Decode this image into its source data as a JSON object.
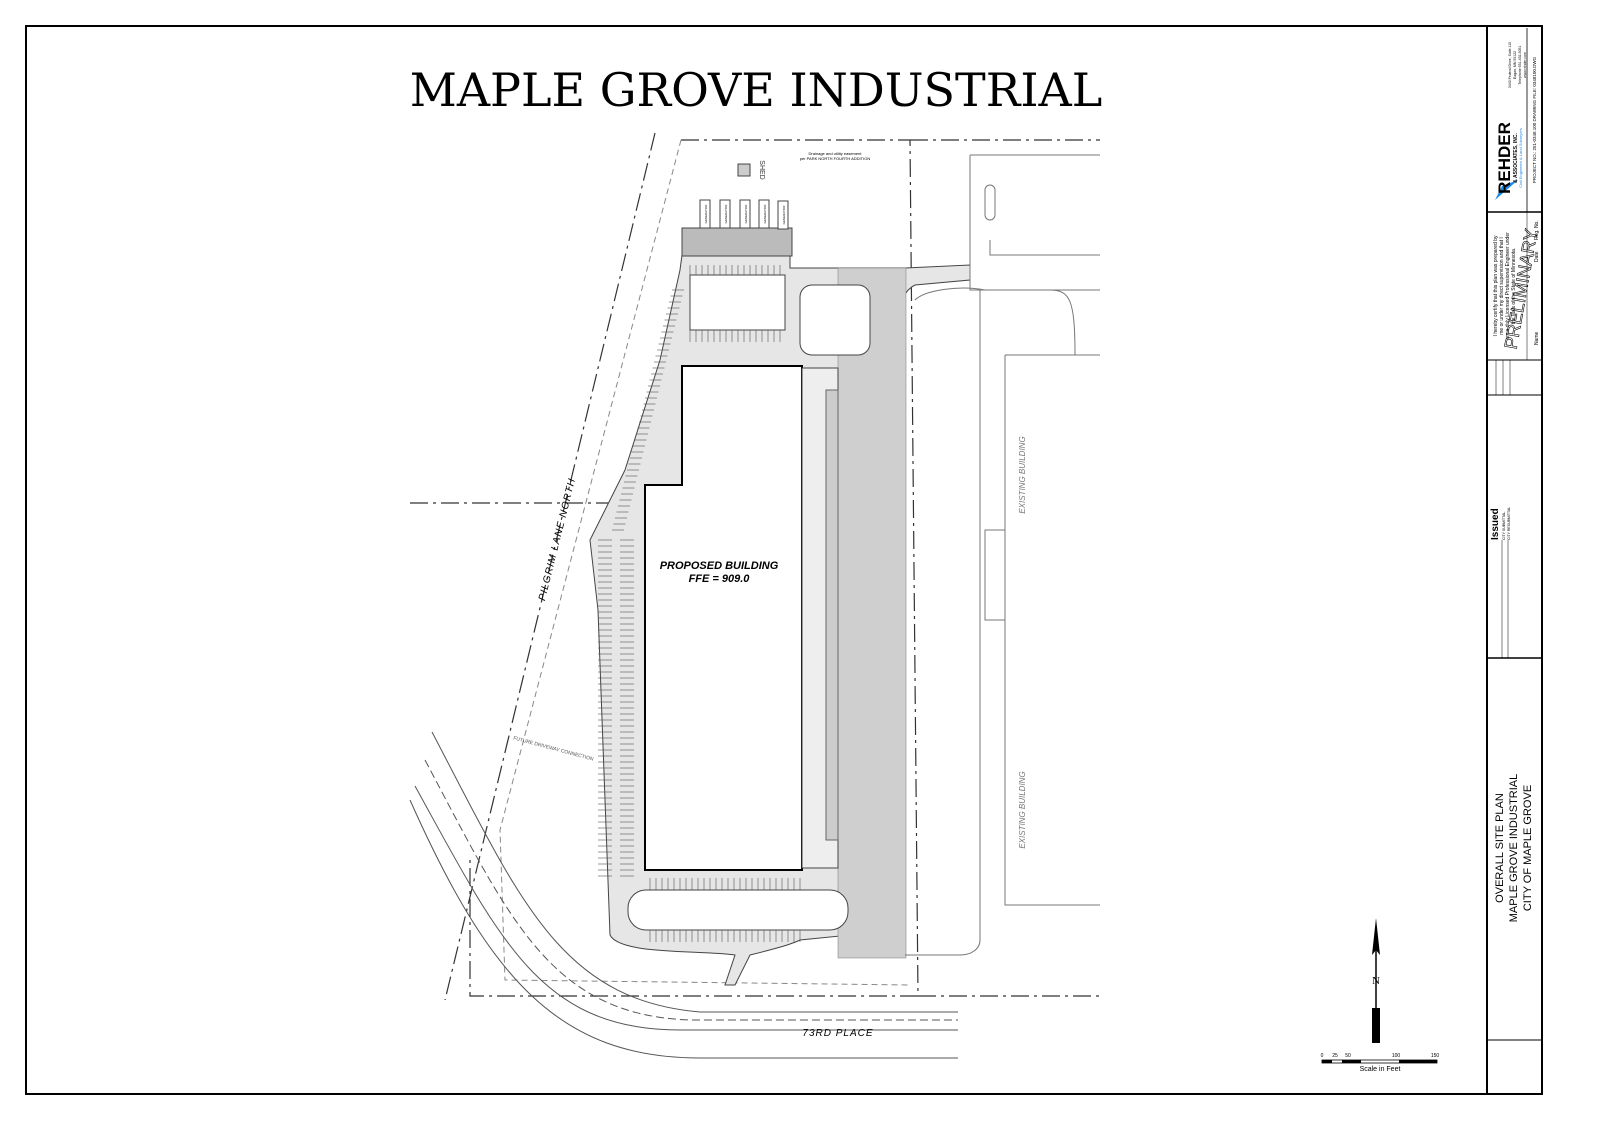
{
  "title": "MAPLE GROVE INDUSTRIAL",
  "plan": {
    "building_label": "PROPOSED  BUILDING",
    "building_ffe": "FFE = 909.0",
    "street_west": "PILGRIM LANE NORTH",
    "street_south": "73RD PLACE",
    "existing_building_1": "EXISTING BUILDING",
    "existing_building_2": "EXISTING BUILDING",
    "shed": "SHED",
    "generators": [
      "GENERATOR",
      "GENERATOR",
      "GENERATOR",
      "GENERATOR",
      "GENERATOR"
    ],
    "easement_line1": "Drainage and utility easement",
    "easement_line2": "per PARK NORTH FOURTH ADDITION",
    "future_driveway": "FUTURE DRIVEWAY CONNECTION"
  },
  "north_arrow": {
    "label": "N"
  },
  "scale_bar": {
    "ticks": [
      "0",
      "25",
      "50",
      "100",
      "150"
    ],
    "caption": "Scale   in   Feet"
  },
  "title_block": {
    "firm_name": "REHDER",
    "firm_sub": "& ASSOCIATES, INC.",
    "firm_tagline": "Civil Engineers & Land Surveyors",
    "address": [
      "3440 Federal Drive, Suite 110",
      "Eagan, MN 55122",
      "Telephone 651-452-5051",
      "www.rehder.com"
    ],
    "certification": [
      "I hereby certify that this plan was prepared by",
      "me or under my direct supervision and that I",
      "am a duly Licensed Professional Engineer under",
      "the laws of the State of Minnesota."
    ],
    "stamp": "PRELIMINARY",
    "name_label": "Name",
    "date_label": "Date",
    "reg_label": "Reg. No.",
    "issued_label": "Issued",
    "issued_items": [
      "CITY SUBMITTAL",
      "CITY RESUBMITTAL"
    ],
    "sheet_title": [
      "OVERALL  SITE  PLAN",
      "MAPLE  GROVE  INDUSTRIAL",
      "CITY  OF  MAPLE  GROVE"
    ],
    "project_info": "PROJECT NO.: 251-0348.100   DRAWING FILE: 0348100.DWG",
    "accent_color": "#1e88e5"
  }
}
